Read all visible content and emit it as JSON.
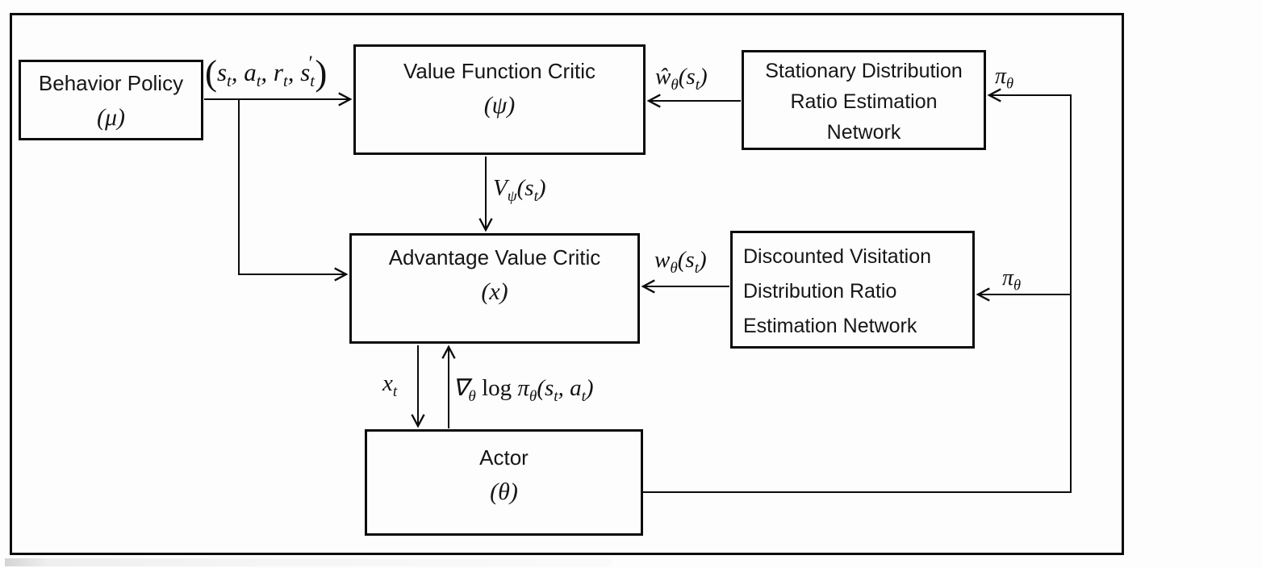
{
  "figure": {
    "kind": "off-policy actor-critic architecture block diagram",
    "colors": {
      "line": "#0b0b0b",
      "background": "#fdfdfd",
      "text": "#161616"
    }
  },
  "nodes": {
    "behavior_policy": {
      "title": "Behavior Policy",
      "param": "(μ)"
    },
    "value_function_critic": {
      "title": "Value Function Critic",
      "param": "(ψ)"
    },
    "stationary_network": {
      "lines": [
        "Stationary Distribution",
        "Ratio Estimation",
        "Network"
      ]
    },
    "advantage_critic": {
      "title": "Advantage Value Critic",
      "param": "(x)"
    },
    "discounted_network": {
      "lines": [
        "Discounted Visitation",
        "Distribution Ratio",
        "Estimation Network"
      ]
    },
    "actor": {
      "title": "Actor",
      "param": "(θ)"
    }
  },
  "edge_labels": {
    "transition_tuple": "<span class=\"bp\">(</span>s<sub>t</sub>, a<sub>t</sub>, r<sub>t</sub>, s<sub>t</sub><span class=\"pr\">′</span><span class=\"bp\">)</span>",
    "stationary_ratio": "ŵ<sub>θ</sub>(s<sub>t</sub>)",
    "value_estimate": "V<sub>ψ</sub>(s<sub>t</sub>)",
    "visitation_ratio": "w<sub>θ</sub>(s<sub>t</sub>)",
    "advantage_output": "x<sub>t</sub>",
    "policy_gradient": "∇<sub>θ</sub> <span class=\"rm\">log</span> π<sub>θ</sub>(s<sub>t</sub>, a<sub>t</sub>)",
    "policy_to_stationary": "π<sub>θ</sub>",
    "policy_to_discounted": "π<sub>θ</sub>"
  }
}
